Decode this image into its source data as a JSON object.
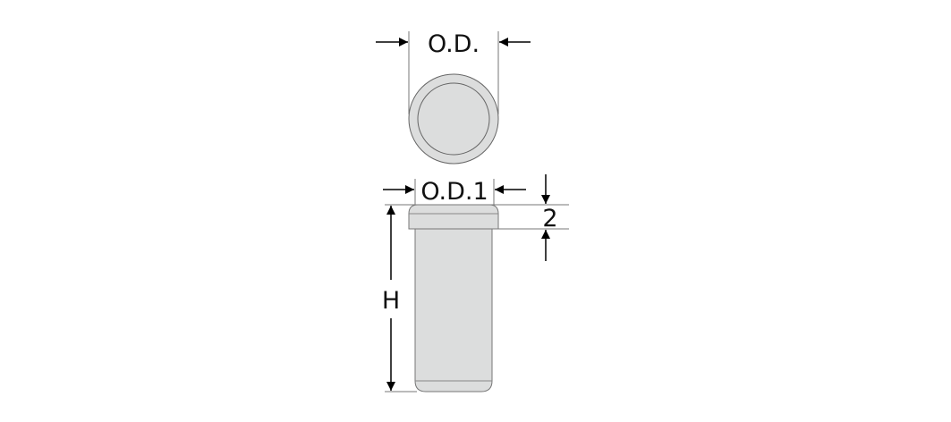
{
  "labels": {
    "outer_diameter": "O.D.",
    "outer_diameter_1": "O.D.1",
    "cap_height": "2",
    "height": "H"
  },
  "colors": {
    "part_fill": "#dcdddd",
    "outline": "#555555",
    "dimension": "#000000"
  }
}
